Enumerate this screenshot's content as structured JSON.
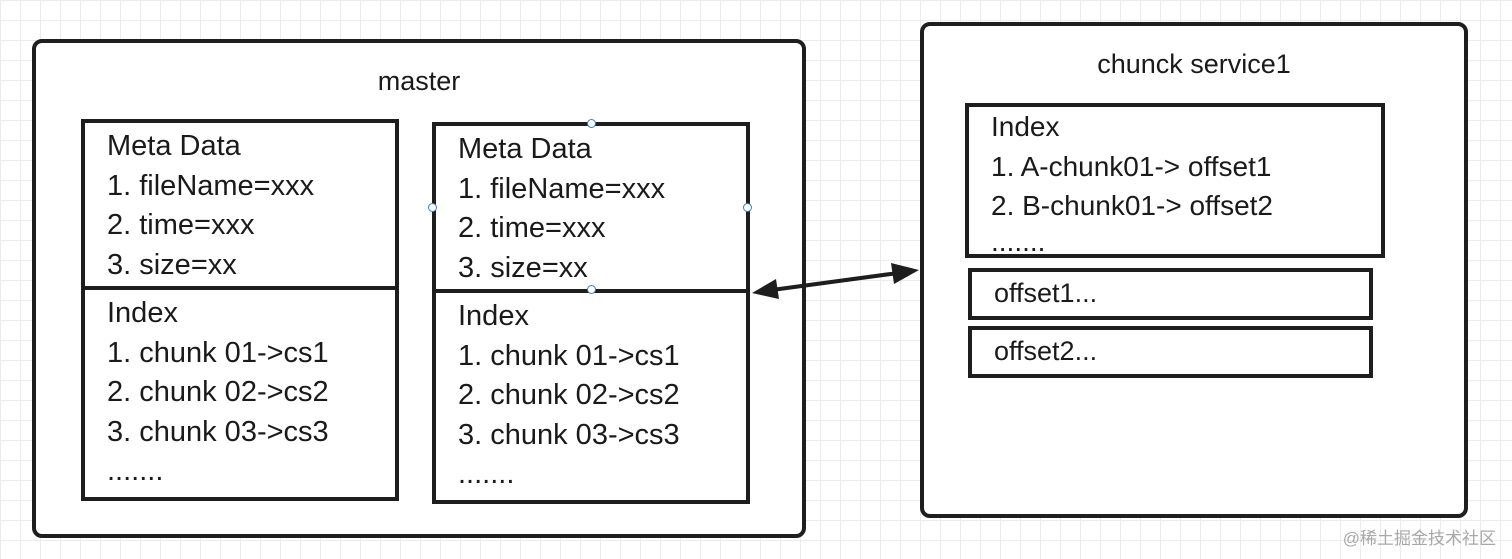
{
  "master": {
    "title": "master",
    "left_box": {
      "meta": [
        "Meta Data",
        "1. fileName=xxx",
        "2. time=xxx",
        "3. size=xx"
      ],
      "index": [
        "Index",
        "1. chunk 01->cs1",
        "2. chunk 02->cs2",
        "3. chunk 03->cs3",
        "......."
      ]
    },
    "right_box": {
      "meta": [
        "Meta Data",
        "1. fileName=xxx",
        "2. time=xxx",
        "3. size=xx"
      ],
      "index": [
        "Index",
        "1. chunk 01->cs1",
        "2. chunk 02->cs2",
        "3. chunk 03->cs3",
        "......."
      ]
    }
  },
  "chunk_service": {
    "title": "chunck service1",
    "index": [
      "Index",
      "1. A-chunk01-> offset1",
      "2. B-chunk01-> offset2",
      "......."
    ],
    "offsets": [
      "offset1...",
      "offset2..."
    ]
  },
  "connector": {
    "type": "bidirectional-arrow",
    "color": "#1e1e1e"
  },
  "selection_handle_color": "#2f7ee8",
  "watermark": "@稀土掘金技术社区"
}
